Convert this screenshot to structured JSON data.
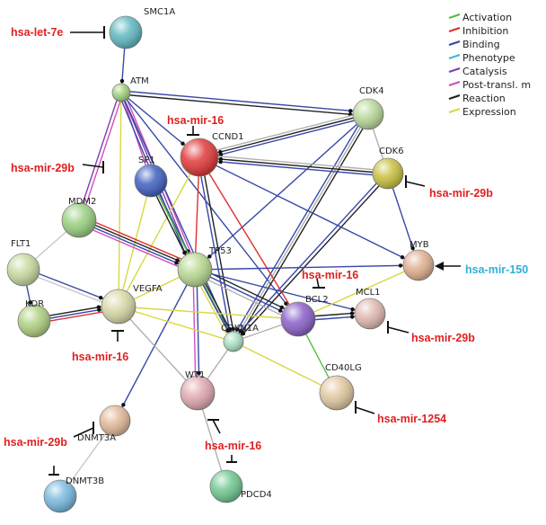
{
  "legend": [
    {
      "label": "Activation",
      "color": "#55c040"
    },
    {
      "label": "Inhibition",
      "color": "#e03030"
    },
    {
      "label": "Binding",
      "color": "#3848a8"
    },
    {
      "label": "Phenotype",
      "color": "#40b8d8"
    },
    {
      "label": "Catalysis",
      "color": "#8040b0"
    },
    {
      "label": "Post-transl. m",
      "color": "#d050c0"
    },
    {
      "label": "Reaction",
      "color": "#222222"
    },
    {
      "label": "Expression",
      "color": "#d8d840"
    }
  ],
  "nodes": [
    {
      "id": "SMC1A",
      "label": "SMC1A",
      "color": "#5fb8c0"
    },
    {
      "id": "ATM",
      "label": "ATM",
      "color": "#9ed07a"
    },
    {
      "id": "CDK4",
      "label": "CDK4",
      "color": "#b8d89a"
    },
    {
      "id": "CCND1",
      "label": "CCND1",
      "color": "#e03838"
    },
    {
      "id": "CDK6",
      "label": "CDK6",
      "color": "#c8c040"
    },
    {
      "id": "SP1",
      "label": "SP1",
      "color": "#4060c0"
    },
    {
      "id": "MDM2",
      "label": "MDM2",
      "color": "#98d080"
    },
    {
      "id": "FLT1",
      "label": "FLT1",
      "color": "#c8d8a0"
    },
    {
      "id": "TP53",
      "label": "TP53",
      "color": "#b8d890"
    },
    {
      "id": "VEGFA",
      "label": "VEGFA",
      "color": "#d8d8a8"
    },
    {
      "id": "KDR",
      "label": "KDR",
      "color": "#b0d080"
    },
    {
      "id": "MYB",
      "label": "MYB",
      "color": "#e0b090"
    },
    {
      "id": "BCL2",
      "label": "BCL2",
      "color": "#8a60c8"
    },
    {
      "id": "MCL1",
      "label": "MCL1",
      "color": "#e0b8b0"
    },
    {
      "id": "CDKN1A",
      "label": "CDKN1A",
      "color": "#a8e0c0"
    },
    {
      "id": "WT1",
      "label": "WT1",
      "color": "#e0a8b0"
    },
    {
      "id": "CD40LG",
      "label": "CD40LG",
      "color": "#e0c8a0"
    },
    {
      "id": "DNMT3A",
      "label": "DNMT3A",
      "color": "#e0b898"
    },
    {
      "id": "DNMT3B",
      "label": "DNMT3B",
      "color": "#78b8e0"
    },
    {
      "id": "PDCD4",
      "label": "PDCD4",
      "color": "#70c890"
    }
  ],
  "mirnas": [
    {
      "label": "hsa-let-7e",
      "color": "#e02020"
    },
    {
      "label": "hsa-mir-16",
      "color": "#e02020"
    },
    {
      "label": "hsa-mir-29b",
      "color": "#e02020"
    },
    {
      "label": "hsa-mir-29b",
      "color": "#e02020"
    },
    {
      "label": "hsa-mir-150",
      "color": "#30b0d8"
    },
    {
      "label": "hsa-mir-16",
      "color": "#e02020"
    },
    {
      "label": "hsa-mir-29b",
      "color": "#e02020"
    },
    {
      "label": "hsa-mir-16",
      "color": "#e02020"
    },
    {
      "label": "hsa-mir-1254",
      "color": "#e02020"
    },
    {
      "label": "hsa-mir-29b",
      "color": "#e02020"
    },
    {
      "label": "hsa-mir-16",
      "color": "#e02020"
    }
  ]
}
